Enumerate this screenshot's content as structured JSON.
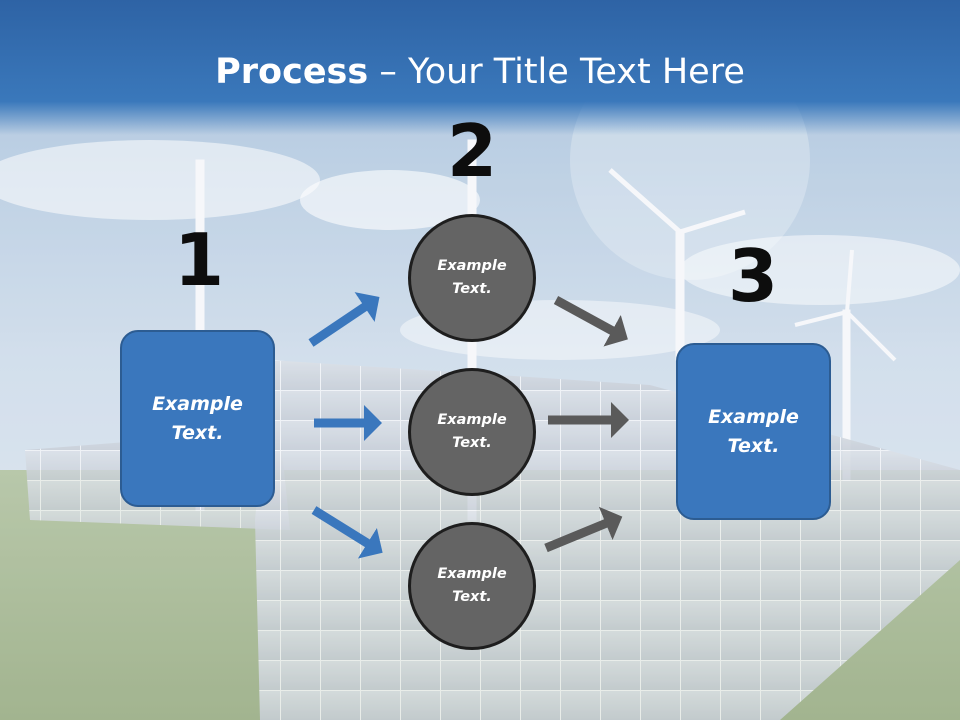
{
  "title": {
    "bold": "Process",
    "rest": " – Your Title Text Here"
  },
  "steps": {
    "one": "1",
    "two": "2",
    "three": "3"
  },
  "box_left": {
    "line1": "Example",
    "line2": "Text."
  },
  "box_right": {
    "line1": "Example",
    "line2": "Text."
  },
  "circle_top": {
    "line1": "Example",
    "line2": "Text."
  },
  "circle_middle": {
    "line1": "Example",
    "line2": "Text."
  },
  "circle_bottom": {
    "line1": "Example",
    "line2": "Text."
  },
  "colors": {
    "box_fill": "#3a77bd",
    "circle_fill": "#646464",
    "arrow_blue": "#3a77bd",
    "arrow_gray": "#5a5a5a",
    "title_bar": "#3a74b6"
  }
}
